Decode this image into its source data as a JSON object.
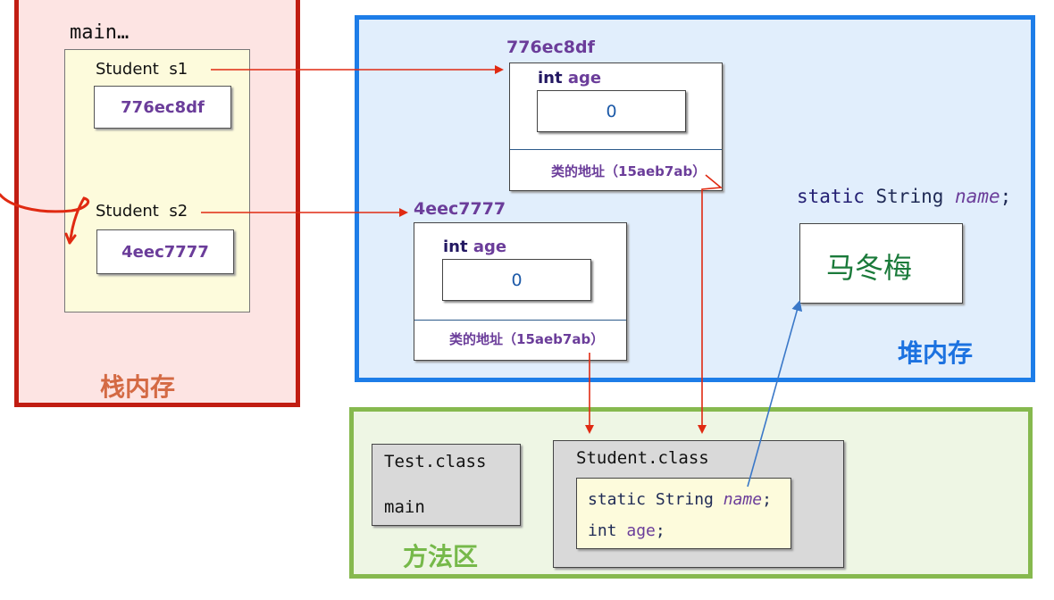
{
  "stack": {
    "title": "栈内存",
    "frame_label": "main…",
    "vars": [
      {
        "type": "Student",
        "name": "s1",
        "value": "776ec8df"
      },
      {
        "type": "Student",
        "name": "s2",
        "value": "4eec7777"
      }
    ]
  },
  "heap": {
    "title": "堆内存",
    "objects": [
      {
        "address": "776ec8df",
        "field_type": "int",
        "field_name": "age",
        "field_value": "0",
        "class_addr": "类的地址（15aeb7ab）"
      },
      {
        "address": "4eec7777",
        "field_type": "int",
        "field_name": "age",
        "field_value": "0",
        "class_addr": "类的地址（15aeb7ab）"
      }
    ],
    "static_field": {
      "keyword": "static",
      "type": "String",
      "name": "name",
      "suffix": ";",
      "value": "马冬梅"
    }
  },
  "method_area": {
    "title": "方法区",
    "test_class": {
      "name": "Test.class",
      "member": "main"
    },
    "student_class": {
      "name": "Student.class",
      "static_member": {
        "keyword": "static",
        "type": "String",
        "name": "name",
        "suffix": ";"
      },
      "instance_member": {
        "type": "int",
        "name": "age",
        "suffix": ";"
      }
    }
  },
  "colors": {
    "stack_border": "#c11d12",
    "heap_border": "#1d7de8",
    "method_border": "#86b94e",
    "reference_arrow": "#e02a12",
    "static_arrow": "#3a78c8"
  }
}
